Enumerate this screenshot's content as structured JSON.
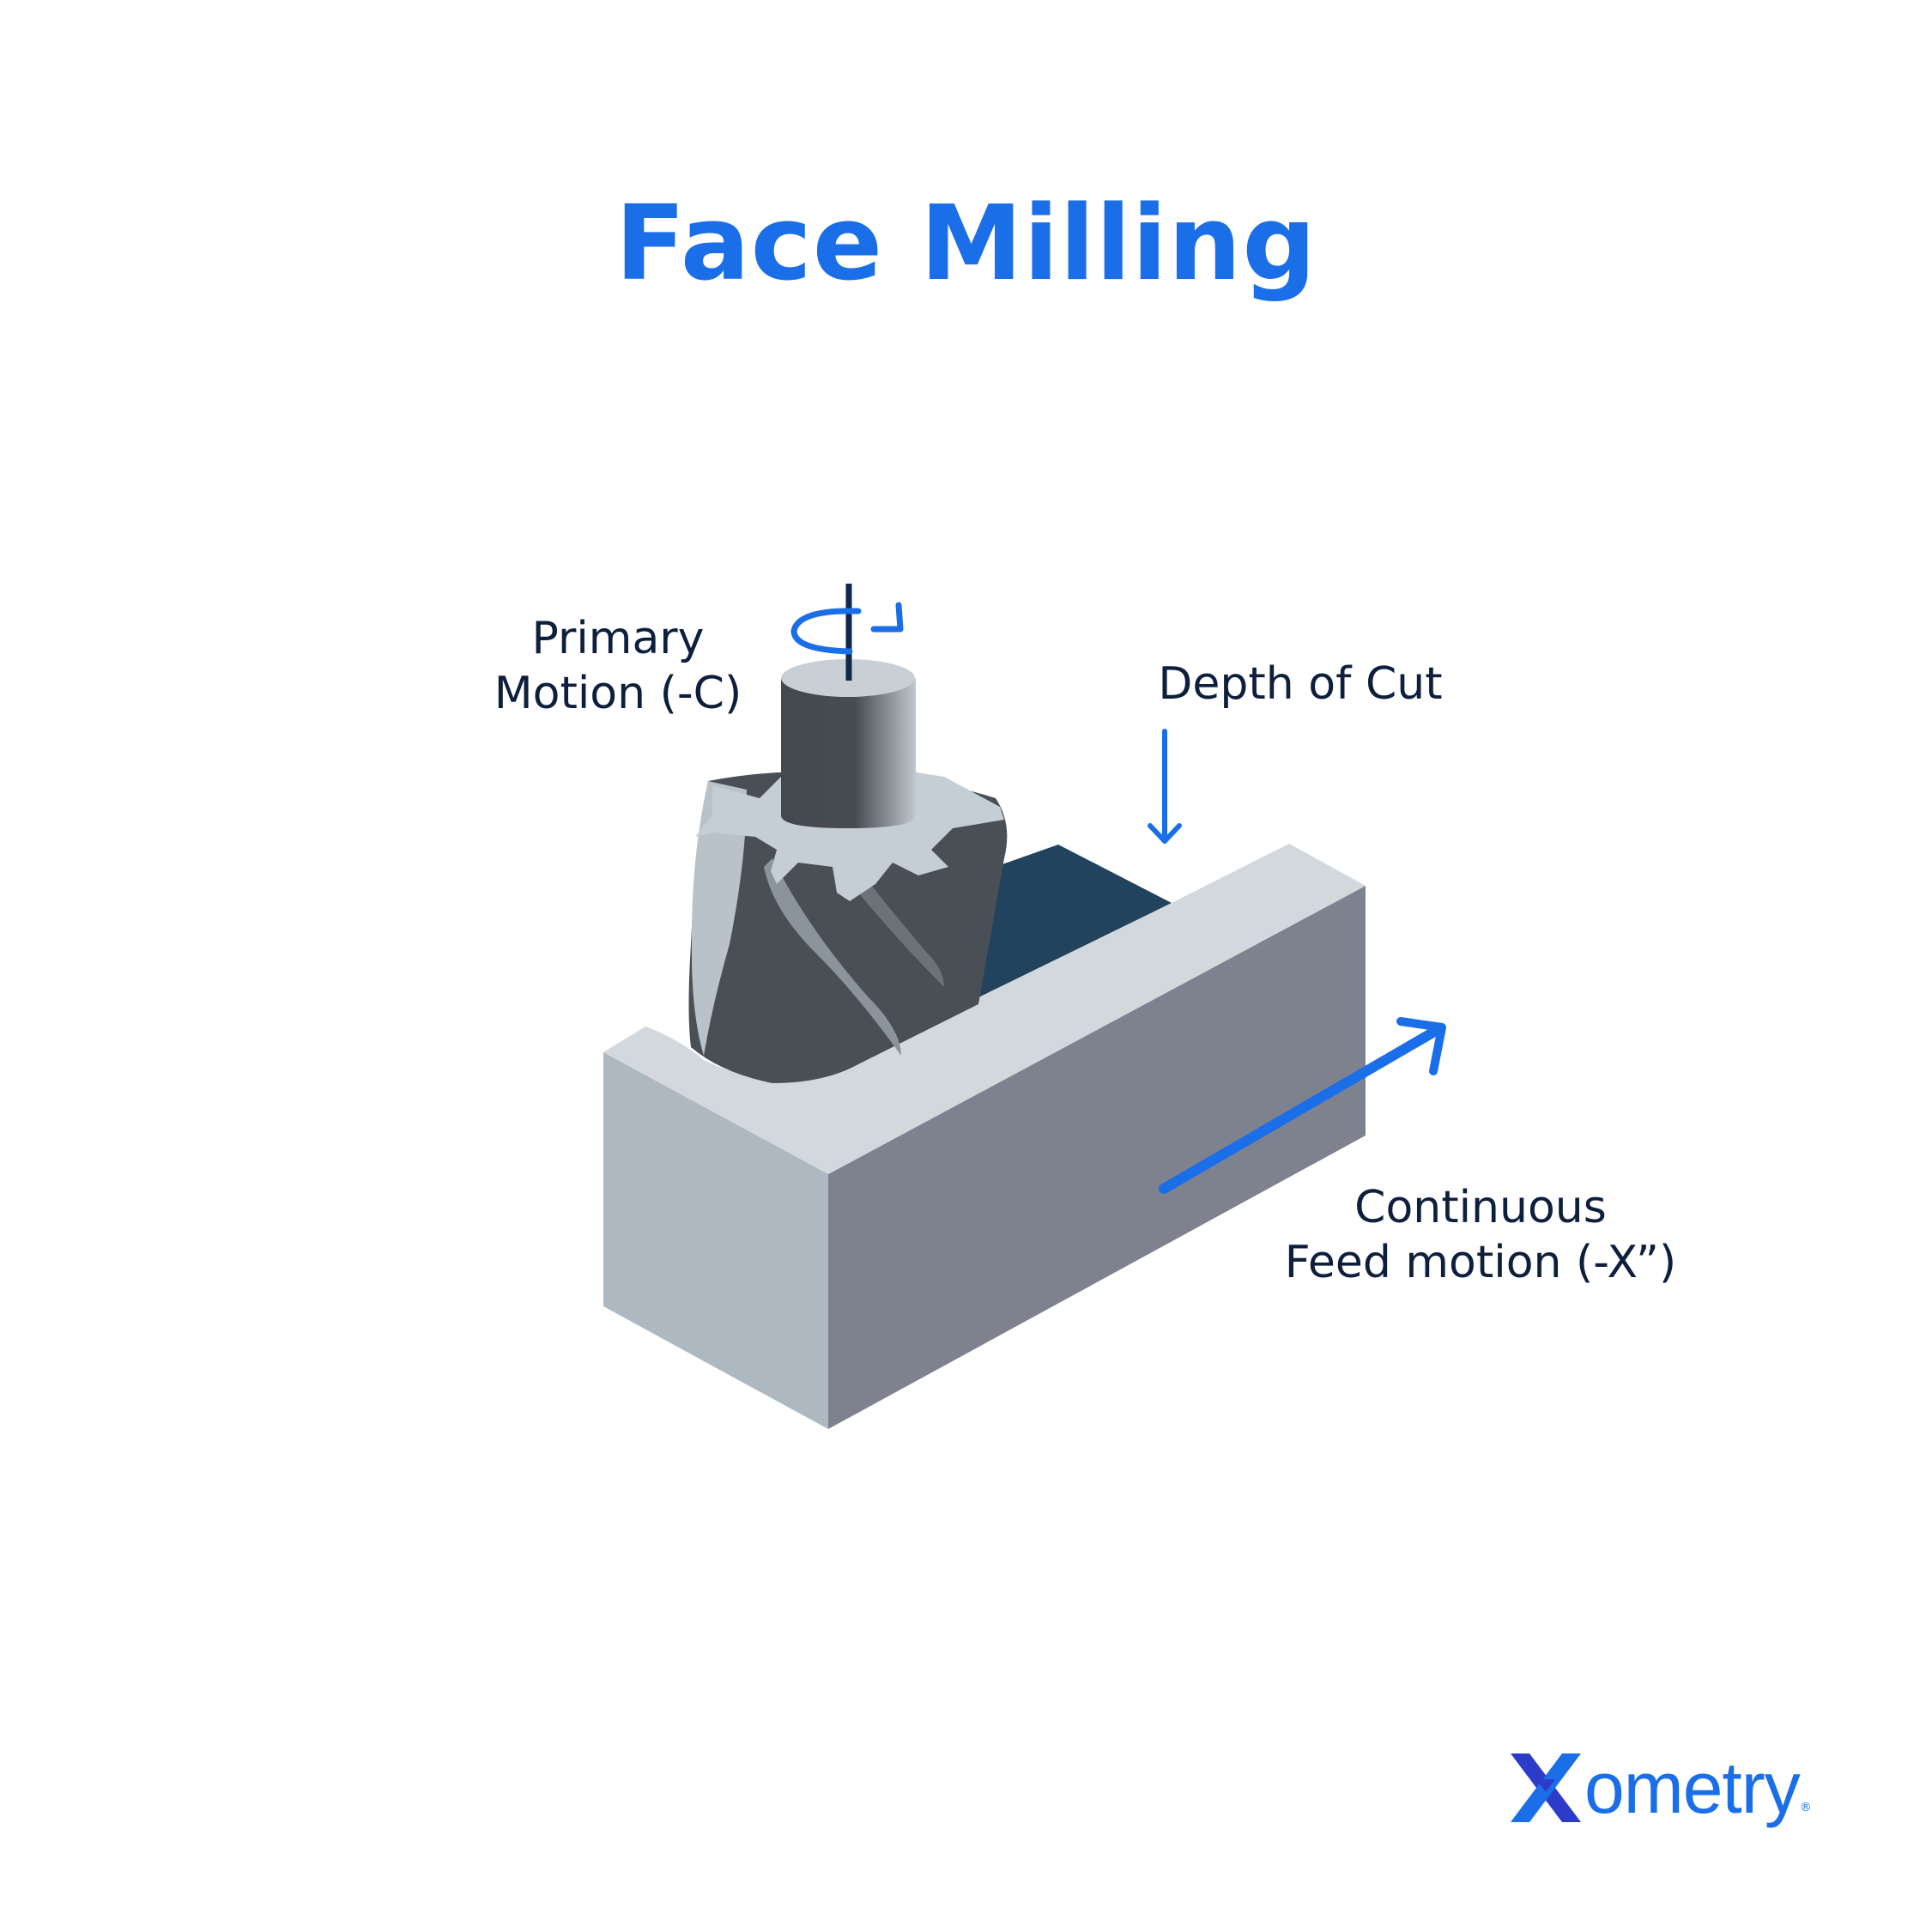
{
  "title": "Face Milling",
  "labels": {
    "primary_motion": [
      "Primary",
      "Motion (-C)"
    ],
    "depth_of_cut": "Depth of Cut",
    "feed_motion": [
      "Continuous",
      "Feed motion (-X”)"
    ]
  },
  "logo": {
    "text": "ometry",
    "mark": "X",
    "registered": "®"
  },
  "colors": {
    "accent_blue": "#1a6ee8",
    "label_navy": "#0e1f3d",
    "block_top": "#d3d8dc",
    "block_left": "#aeb8c0",
    "block_right": "#7e828e",
    "cut_surface": "#21435e",
    "cutter_light": "#c5ced5",
    "cutter_dark": "#454a4f"
  }
}
